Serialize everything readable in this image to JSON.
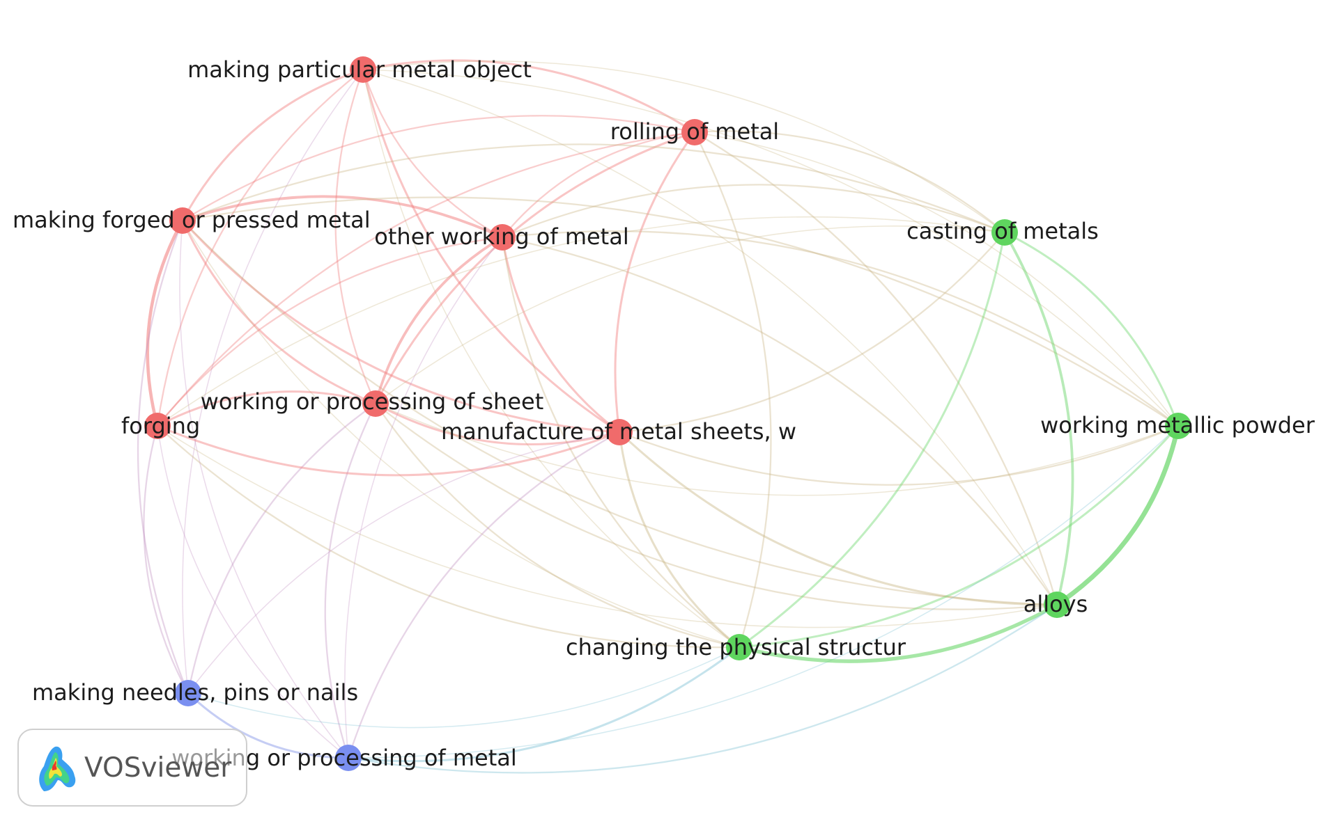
{
  "brand": {
    "name": "VOSviewer",
    "logo_icon": "vosviewer-logo-icon"
  },
  "clusters": {
    "red": "#f06b6b",
    "green": "#5fd55f",
    "blue": "#7a8ff0"
  },
  "nodes": [
    {
      "id": "particular",
      "label": "making particular metal object",
      "cluster": "red"
    },
    {
      "id": "rolling",
      "label": "rolling of metal",
      "cluster": "red"
    },
    {
      "id": "forged",
      "label": "making forged or pressed metal",
      "cluster": "red"
    },
    {
      "id": "otherwork",
      "label": "other working of metal",
      "cluster": "red"
    },
    {
      "id": "sheet",
      "label": "working or processing of sheet",
      "cluster": "red"
    },
    {
      "id": "forging",
      "label": "forging",
      "cluster": "red"
    },
    {
      "id": "manufacture",
      "label": "manufacture of metal sheets, w",
      "cluster": "red"
    },
    {
      "id": "casting",
      "label": "casting of metals",
      "cluster": "green"
    },
    {
      "id": "powder",
      "label": "working metallic powder",
      "cluster": "green"
    },
    {
      "id": "alloys",
      "label": "alloys",
      "cluster": "green"
    },
    {
      "id": "physical",
      "label": "changing the physical structur",
      "cluster": "green"
    },
    {
      "id": "needles",
      "label": "making needles, pins or nails",
      "cluster": "blue"
    },
    {
      "id": "metalproc",
      "label": "working or processing of metal",
      "cluster": "blue"
    }
  ],
  "links": [
    [
      "particular",
      "rolling",
      3
    ],
    [
      "particular",
      "forged",
      3
    ],
    [
      "particular",
      "otherwork",
      2
    ],
    [
      "particular",
      "sheet",
      2
    ],
    [
      "particular",
      "forging",
      2
    ],
    [
      "particular",
      "manufacture",
      3
    ],
    [
      "particular",
      "casting",
      1
    ],
    [
      "particular",
      "powder",
      1
    ],
    [
      "particular",
      "alloys",
      1
    ],
    [
      "particular",
      "physical",
      1
    ],
    [
      "particular",
      "needles",
      1
    ],
    [
      "rolling",
      "forged",
      2
    ],
    [
      "rolling",
      "otherwork",
      2
    ],
    [
      "rolling",
      "sheet",
      3
    ],
    [
      "rolling",
      "forging",
      2
    ],
    [
      "rolling",
      "manufacture",
      3
    ],
    [
      "rolling",
      "casting",
      2
    ],
    [
      "rolling",
      "powder",
      1
    ],
    [
      "rolling",
      "alloys",
      2
    ],
    [
      "rolling",
      "physical",
      2
    ],
    [
      "forged",
      "otherwork",
      4
    ],
    [
      "forged",
      "sheet",
      3
    ],
    [
      "forged",
      "forging",
      5
    ],
    [
      "forged",
      "manufacture",
      3
    ],
    [
      "forged",
      "casting",
      2
    ],
    [
      "forged",
      "powder",
      2
    ],
    [
      "forged",
      "alloys",
      2
    ],
    [
      "forged",
      "physical",
      1
    ],
    [
      "forged",
      "needles",
      2
    ],
    [
      "forged",
      "metalproc",
      1
    ],
    [
      "otherwork",
      "sheet",
      4
    ],
    [
      "otherwork",
      "forging",
      2
    ],
    [
      "otherwork",
      "manufacture",
      3
    ],
    [
      "otherwork",
      "casting",
      2
    ],
    [
      "otherwork",
      "powder",
      2
    ],
    [
      "otherwork",
      "alloys",
      2
    ],
    [
      "otherwork",
      "physical",
      2
    ],
    [
      "otherwork",
      "metalproc",
      1
    ],
    [
      "sheet",
      "forging",
      3
    ],
    [
      "sheet",
      "manufacture",
      3
    ],
    [
      "sheet",
      "casting",
      1
    ],
    [
      "sheet",
      "powder",
      1
    ],
    [
      "sheet",
      "alloys",
      2
    ],
    [
      "sheet",
      "physical",
      2
    ],
    [
      "sheet",
      "needles",
      2
    ],
    [
      "sheet",
      "metalproc",
      2
    ],
    [
      "forging",
      "manufacture",
      3
    ],
    [
      "forging",
      "casting",
      1
    ],
    [
      "forging",
      "alloys",
      1
    ],
    [
      "forging",
      "physical",
      2
    ],
    [
      "forging",
      "needles",
      2
    ],
    [
      "forging",
      "metalproc",
      1
    ],
    [
      "manufacture",
      "casting",
      2
    ],
    [
      "manufacture",
      "powder",
      2
    ],
    [
      "manufacture",
      "alloys",
      3
    ],
    [
      "manufacture",
      "physical",
      3
    ],
    [
      "manufacture",
      "needles",
      1
    ],
    [
      "manufacture",
      "metalproc",
      2
    ],
    [
      "casting",
      "powder",
      3
    ],
    [
      "casting",
      "alloys",
      4
    ],
    [
      "casting",
      "physical",
      3
    ],
    [
      "powder",
      "alloys",
      8
    ],
    [
      "powder",
      "physical",
      3
    ],
    [
      "powder",
      "metalproc",
      1
    ],
    [
      "alloys",
      "physical",
      6
    ],
    [
      "alloys",
      "metalproc",
      2
    ],
    [
      "physical",
      "metalproc",
      3
    ],
    [
      "physical",
      "needles",
      1
    ],
    [
      "needles",
      "metalproc",
      3
    ]
  ]
}
